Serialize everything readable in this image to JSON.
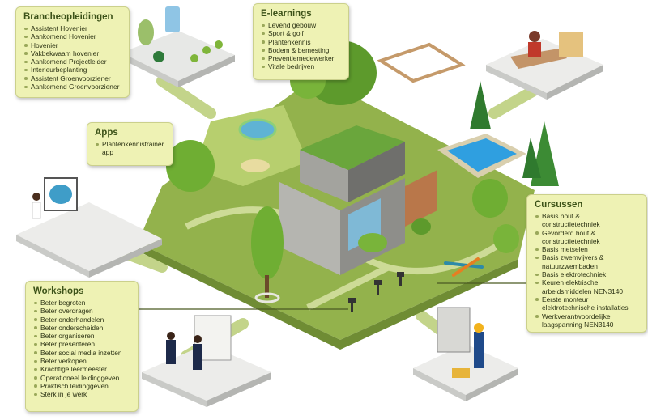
{
  "brancheopleidingen": {
    "title": "Brancheopleidingen",
    "items": [
      "Assistent Hovenier",
      "Aankomend Hovenier",
      "Hovenier",
      "Vakbekwaam hovenier",
      "Aankomend Projectleider",
      "Interieurbeplanting",
      "Assistent Groenvoorziener",
      "Aankomend Groenvoorziener"
    ]
  },
  "elearnings": {
    "title": "E-learnings",
    "items": [
      "Levend gebouw",
      "Sport & golf",
      "Plantenkennis",
      "Bodem & bemesting",
      "Preventiemedewerker",
      "Vitale bedrijven"
    ]
  },
  "apps": {
    "title": "Apps",
    "items": [
      "Plantenkennistrainer app"
    ]
  },
  "cursussen": {
    "title": "Cursussen",
    "items": [
      "Basis hout & constructietechniek",
      "Gevorderd hout & constructietechniek",
      "Basis metselen",
      "Basis zwemvijvers & natuurzwembaden",
      "Basis elektrotechniek",
      "Keuren elektrische arbeidsmiddelen NEN3140",
      "Eerste monteur elektrotechnische installaties",
      "Werkverantwoordelijke laagspanning NEN3140"
    ]
  },
  "workshops": {
    "title": "Workshops",
    "items": [
      "Beter begroten",
      "Beter overdragen",
      "Beter onderhandelen",
      "Beter onderscheiden",
      "Beter organiseren",
      "Beter presenteren",
      "Beter social media inzetten",
      "Beter verkopen",
      "Krachtige leermeester",
      "Operationeel leidinggeven",
      "Praktisch leidinggeven",
      "Sterk in je werk"
    ]
  },
  "colors": {
    "panel": "#eef2b4",
    "title": "#3c5218",
    "ground": "#8fb04a",
    "path": "#c9d88e"
  }
}
